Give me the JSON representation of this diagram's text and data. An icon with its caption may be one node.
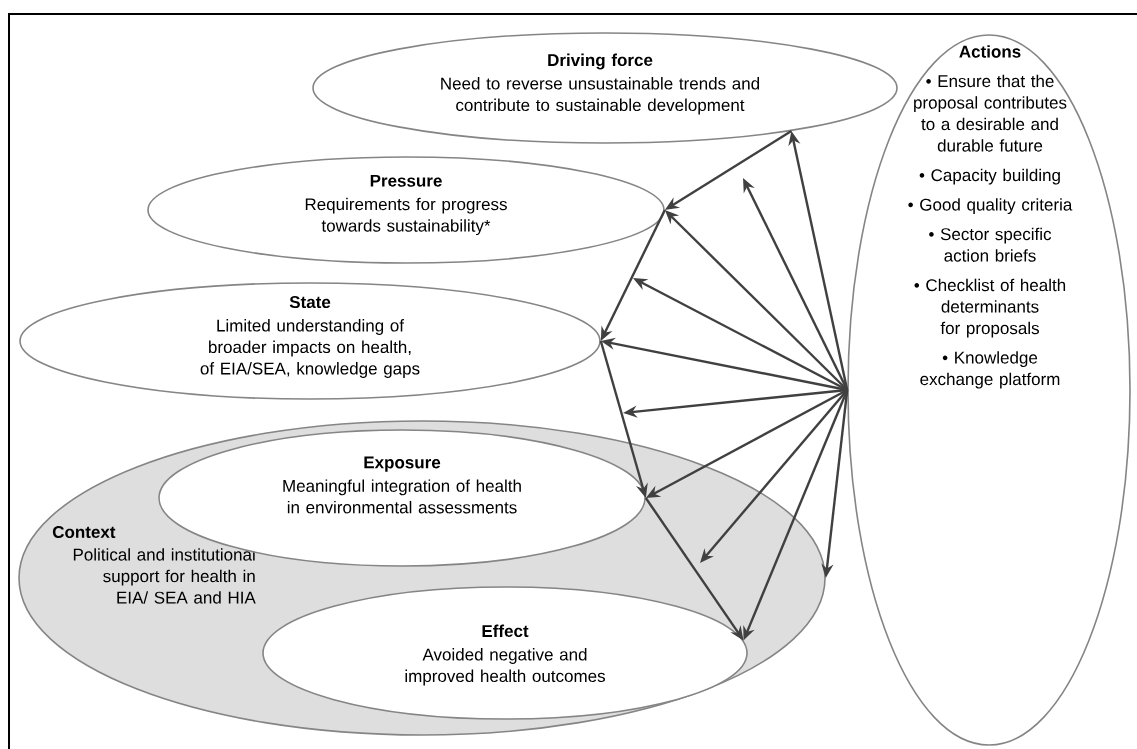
{
  "diagram": {
    "nodes": [
      {
        "text": [
          "Driving force",
          "Need to reverse unsustainable trends and contribute to sustainable development"
        ]
      },
      {
        "text": [
          "Pressure",
          "Requirements for progress towards sustainability*"
        ]
      },
      {
        "text": [
          "State",
          "Limited understanding of broader impacts on health, of EIA/SEA, knowledge gaps"
        ]
      },
      {
        "text": [
          "Context",
          "Political and institutional support for health in EIA/ SEA and HIA"
        ]
      },
      {
        "text": [
          "Exposure",
          "Meaningful integration of health in environmental assessments"
        ],
        "in": 3
      },
      {
        "text": [
          "Effect",
          "Avoided negative and improved health outcomes"
        ],
        "in": 3
      },
      {
        "text": [
          "Actions",
          "• Ensure that the proposal contributes to a desirable and durable future",
          "• Capacity building",
          "• Good quality criteria",
          "• Sector specific action briefs",
          "• Checklist of health determinants for proposals",
          "• Knowledge exchange platform"
        ]
      }
    ],
    "edges": [
      {
        "from": 0,
        "to": 1,
        "arrow": "to"
      },
      {
        "from": 1,
        "to": 2,
        "arrow": "to"
      },
      {
        "from": 2,
        "to": 4,
        "arrow": "to"
      },
      {
        "from": 4,
        "to": 5,
        "arrow": "to"
      },
      {
        "from": 6,
        "to": 0,
        "arrow": "to"
      },
      {
        "from": 6,
        "to": null,
        "arrow": "to"
      },
      {
        "from": 6,
        "to": 1,
        "arrow": "to"
      },
      {
        "from": 6,
        "to": null,
        "arrow": "to"
      },
      {
        "from": 6,
        "to": 2,
        "arrow": "to"
      },
      {
        "from": 6,
        "to": null,
        "arrow": "to"
      },
      {
        "from": 6,
        "to": 4,
        "arrow": "to"
      },
      {
        "from": 6,
        "to": null,
        "arrow": "to"
      },
      {
        "from": 6,
        "to": 5,
        "arrow": "to"
      },
      {
        "from": 6,
        "to": 3,
        "arrow": "to"
      }
    ]
  }
}
